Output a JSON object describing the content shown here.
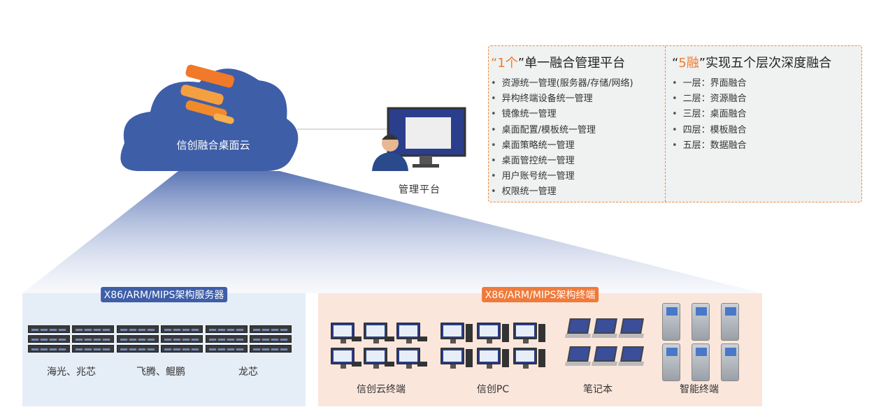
{
  "cloud": {
    "label": "信创融合桌面云"
  },
  "management": {
    "label": "管理平台"
  },
  "platform": {
    "title_quote_open": "“",
    "title_highlight": "1个",
    "title_quote_close": "”",
    "title_rest": "单一融合管理平台",
    "items": [
      "资源统一管理(服务器/存储/网络)",
      "异构终端设备统一管理",
      "镜像统一管理",
      "桌面配置/模板统一管理",
      "桌面策略统一管理",
      "桌面管控统一管理",
      "用户账号统一管理",
      "权限统一管理"
    ]
  },
  "fusion": {
    "title_quote_open": "“",
    "title_highlight": "5融",
    "title_quote_close": "”",
    "title_rest": "实现五个层次深度融合",
    "items": [
      "一层：界面融合",
      "二层：资源融合",
      "三层：桌面融合",
      "四层：模板融合",
      "五层：数据融合"
    ]
  },
  "servers": {
    "title": "X86/ARM/MIPS架构服务器",
    "groups": [
      "海光、兆芯",
      "飞腾、鲲鹏",
      "龙芯"
    ]
  },
  "terminals": {
    "title": "X86/ARM/MIPS架构终端",
    "groups": [
      "信创云终端",
      "信创PC",
      "笔记本",
      "智能终端"
    ]
  },
  "colors": {
    "blue": "#3f5ea8",
    "orange": "#f07a3a"
  }
}
